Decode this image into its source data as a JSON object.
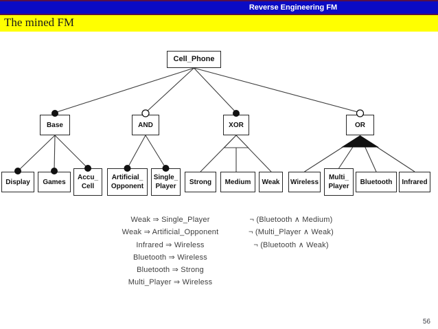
{
  "header": {
    "title": "Reverse Engineering FM"
  },
  "slide_title": "The mined FM",
  "page_number": "56",
  "colors": {
    "header_bg": "#0b0bc4",
    "header_border": "#55104a",
    "title_bg": "#ffff00",
    "line": "#3c3c3c",
    "constraint_text": "#3d3d3d"
  },
  "icons": {
    "mandatory": "filled-circle",
    "optional": "open-circle",
    "alternative_group": "open-triangle",
    "or_group": "filled-triangle"
  },
  "tree": {
    "nodes": {
      "cell_phone": {
        "label": "Cell_Phone"
      },
      "base": {
        "label": "Base",
        "relation": "mandatory"
      },
      "and": {
        "label": "AND",
        "relation": "optional"
      },
      "xor": {
        "label": "XOR",
        "relation": "mandatory",
        "group": "alternative"
      },
      "or": {
        "label": "OR",
        "relation": "optional",
        "group": "or"
      },
      "display": {
        "label": "Display",
        "relation": "mandatory"
      },
      "games": {
        "label": "Games",
        "relation": "mandatory"
      },
      "accu_cell": {
        "lines": [
          "Accu_",
          "Cell"
        ],
        "relation": "mandatory"
      },
      "artificial_opponent": {
        "lines": [
          "Artificial_",
          "Opponent"
        ],
        "relation": "mandatory"
      },
      "single_player": {
        "lines": [
          "Single_",
          "Player"
        ],
        "relation": "mandatory"
      },
      "strong": {
        "label": "Strong"
      },
      "medium": {
        "label": "Medium"
      },
      "weak": {
        "label": "Weak"
      },
      "wireless": {
        "label": "Wireless"
      },
      "multi_player": {
        "lines": [
          "Multi_",
          "Player"
        ]
      },
      "bluetooth": {
        "label": "Bluetooth"
      },
      "infrared": {
        "label": "Infrared"
      }
    }
  },
  "constraints": {
    "left": [
      "Weak  ⇒  Single_Player",
      "Weak  ⇒  Artificial_Opponent",
      "Infrared  ⇒  Wireless",
      "Bluetooth  ⇒  Wireless",
      "Bluetooth  ⇒  Strong",
      "Multi_Player  ⇒  Wireless"
    ],
    "right": [
      "¬ (Bluetooth  ∧  Medium)",
      "¬ (Multi_Player  ∧  Weak)",
      "¬ (Bluetooth  ∧  Weak)"
    ]
  }
}
